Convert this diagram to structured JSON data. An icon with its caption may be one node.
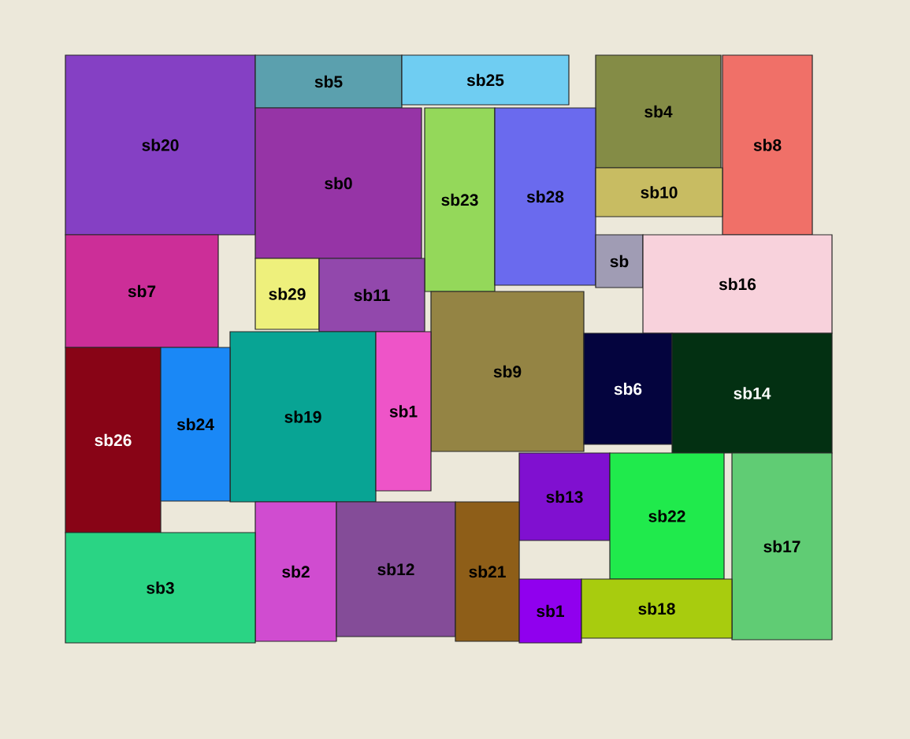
{
  "diagram": {
    "nodes": [
      {
        "text": [
          "sb20"
        ]
      },
      {
        "text": [
          "sb5"
        ]
      },
      {
        "text": [
          "sb25"
        ]
      },
      {
        "text": [
          "sb4"
        ]
      },
      {
        "text": [
          "sb8"
        ]
      },
      {
        "text": [
          "sb0"
        ]
      },
      {
        "text": [
          "sb23"
        ]
      },
      {
        "text": [
          "sb28"
        ]
      },
      {
        "text": [
          "sb10"
        ]
      },
      {
        "text": [
          "sb7"
        ]
      },
      {
        "text": [
          "sb"
        ]
      },
      {
        "text": [
          "sb16"
        ]
      },
      {
        "text": [
          "sb29"
        ]
      },
      {
        "text": [
          "sb11"
        ]
      },
      {
        "text": [
          "sb9"
        ]
      },
      {
        "text": [
          "sb19"
        ]
      },
      {
        "text": [
          "sb1"
        ]
      },
      {
        "text": [
          "sb6"
        ]
      },
      {
        "text": [
          "sb14"
        ]
      },
      {
        "text": [
          "sb26"
        ]
      },
      {
        "text": [
          "sb24"
        ]
      },
      {
        "text": [
          "sb13"
        ]
      },
      {
        "text": [
          "sb22"
        ]
      },
      {
        "text": [
          "sb17"
        ]
      },
      {
        "text": [
          "sb2"
        ]
      },
      {
        "text": [
          "sb12"
        ]
      },
      {
        "text": [
          "sb21"
        ]
      },
      {
        "text": [
          "sb3"
        ]
      },
      {
        "text": [
          "sb1"
        ]
      },
      {
        "text": [
          "sb18"
        ]
      }
    ]
  }
}
